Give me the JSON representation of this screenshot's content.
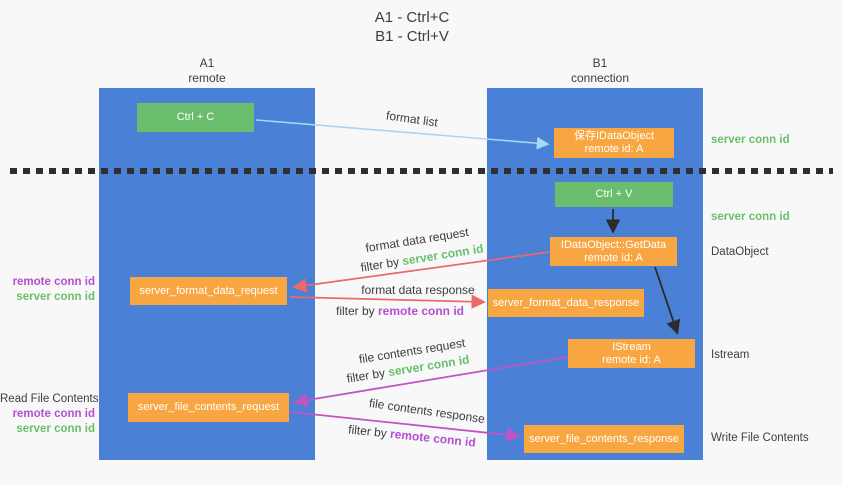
{
  "title": {
    "line1": "A1 - Ctrl+C",
    "line2": "B1 - Ctrl+V"
  },
  "lanes": {
    "left": {
      "name": "A1",
      "role": "remote"
    },
    "right": {
      "name": "B1",
      "role": "connection"
    }
  },
  "nodes": {
    "ctrl_c": {
      "label": "Ctrl + C"
    },
    "ctrl_v": {
      "label": "Ctrl + V"
    },
    "save_dataobject": {
      "line1": "保存IDataObject",
      "line2": "remote id: A"
    },
    "getdata": {
      "line1": "IDataObject::GetData",
      "line2": "remote id: A"
    },
    "istream": {
      "line1": "IStream",
      "line2": "remote id: A"
    },
    "format_request": {
      "label": "server_format_data_request"
    },
    "format_response": {
      "label": "server_format_data_response"
    },
    "file_request": {
      "label": "server_file_contents_request"
    },
    "file_response": {
      "label": "server_file_contents_response"
    }
  },
  "annotations": {
    "format_list": "format list",
    "format_data_request": "format data request",
    "filter_server_1": {
      "prefix": "filter by ",
      "key": "server conn id"
    },
    "format_data_response": "format data response",
    "filter_remote_1": {
      "prefix": "filter by ",
      "key": "remote conn id"
    },
    "file_contents_request": "file contents request",
    "filter_server_2": {
      "prefix": "filter by ",
      "key": "server conn id"
    },
    "file_contents_response": "file contents response",
    "filter_remote_2": {
      "prefix": "filter by ",
      "key": "remote conn id"
    }
  },
  "side_labels": {
    "right_server_conn_top": "server conn id",
    "right_server_conn_mid": "server conn id",
    "right_dataobject": "DataObject",
    "right_istream": "Istream",
    "right_write_file": "Write File Contents",
    "left_remote_conn_mid": "remote conn id",
    "left_server_conn_mid": "server conn id",
    "left_read_file": "Read File Contents",
    "left_remote_conn_bottom": "remote conn id",
    "left_server_conn_bottom": "server conn id"
  },
  "colors": {
    "bg": "#f8f8f8",
    "lane": "#4a80d6",
    "box-orange": "#f8a641",
    "box-green": "#69bd6d",
    "arrow-blue": "#a8d7f2",
    "arrow-red": "#e96a68",
    "arrow-magenta": "#c054c6",
    "arrow-black": "#2b2b2b",
    "text-dark": "#3d3d3d",
    "green": "#6abf69",
    "purple": "#b44fd0",
    "dot": "#2f2f2f"
  }
}
